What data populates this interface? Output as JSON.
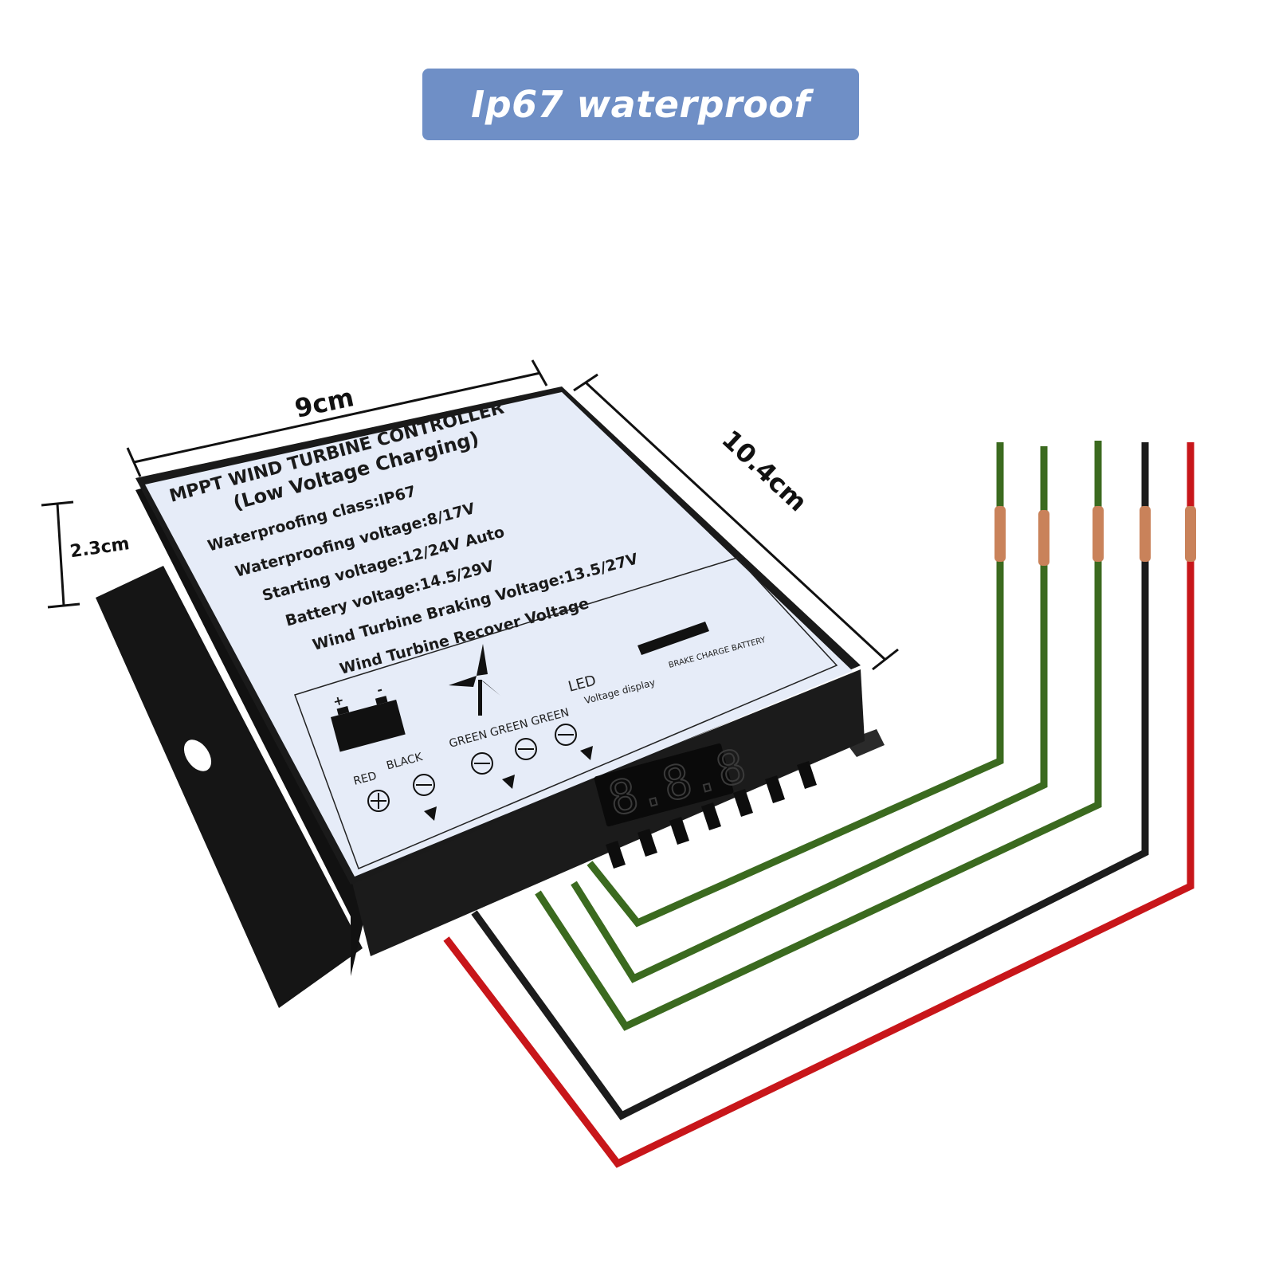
{
  "banner": {
    "title": "Ip67 waterproof"
  },
  "dimensions": {
    "width": "9cm",
    "depth": "10.4cm",
    "height": "2.3cm"
  },
  "label": {
    "title_line1": "MPPT WIND TURBINE CONTROLLER",
    "title_line2": "(Low Voltage Charging)",
    "specs": [
      "Waterproofing class:IP67",
      "Waterproofing voltage:8/17V",
      "Starting voltage:12/24V  Auto",
      "Battery voltage:14.5/29V",
      "Wind Turbine Braking Voltage:13.5/27V",
      "Wind Turbine Recover Voltage"
    ],
    "battery_plus": "+",
    "battery_minus": "-",
    "terminal_red": "RED",
    "terminal_black": "BLACK",
    "terminal_green": "GREEN GREEN GREEN",
    "led_label": "LED",
    "led_sublabel": "Voltage display",
    "indicators": "BRAKE  CHARGE  BATTERY",
    "display_digits": "8.8.8"
  },
  "colors": {
    "banner": "#6f8fc6",
    "wire_green": "#3b6a1f",
    "wire_black": "#1c1c1c",
    "wire_red": "#c8161a",
    "copper": "#c9825a",
    "case": "#1a1a1a",
    "label_bg": "#e6ecf8"
  }
}
